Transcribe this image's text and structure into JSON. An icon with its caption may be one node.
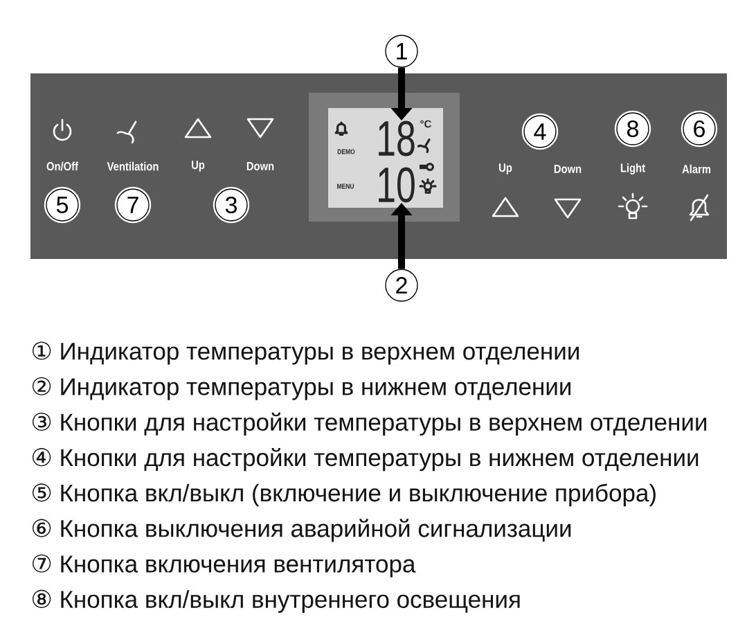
{
  "diagram": {
    "nodes": [
      {
        "text": [
          "1"
        ]
      },
      {
        "text": [],
        "shape": "box"
      },
      {
        "text": [
          "5"
        ],
        "in": 1
      },
      {
        "text": [
          "7"
        ],
        "in": 1
      },
      {
        "text": [
          "3"
        ],
        "in": 1
      },
      {
        "text": [],
        "shape": "box",
        "in": 1
      },
      {
        "text": [
          "18"
        ],
        "in": 5
      },
      {
        "text": [
          "10"
        ],
        "in": 5
      },
      {
        "text": [
          "4"
        ],
        "in": 1
      },
      {
        "text": [
          "8"
        ],
        "in": 1
      },
      {
        "text": [
          "6"
        ],
        "in": 1
      },
      {
        "text": [
          "2"
        ]
      }
    ],
    "edges": [
      {
        "from": 0,
        "to": 6,
        "arrow": "to"
      },
      {
        "from": 11,
        "to": 7,
        "arrow": "to"
      }
    ],
    "labels": [
      "On/Off",
      "Ventilation",
      "Up",
      "Down",
      "DEMO",
      "°C",
      "MENU",
      "Up",
      "Down",
      "Light",
      "Alarm",
      "① Индикатор температуры в верхнем отделении",
      "② Индикатор температуры в нижнем отделении",
      "③ Кнопки для настройки температуры в верхнем отделении",
      "④ Кнопки для настройки температуры в нижнем отделении",
      "⑤ Кнопка вкл/выкл (включение и выключение прибора)",
      "⑥ Кнопка выключения аварийной сигнализации",
      "⑦ Кнопка включения вентилятора",
      "⑧ Кнопка вкл/выкл внутреннего освещения"
    ]
  }
}
